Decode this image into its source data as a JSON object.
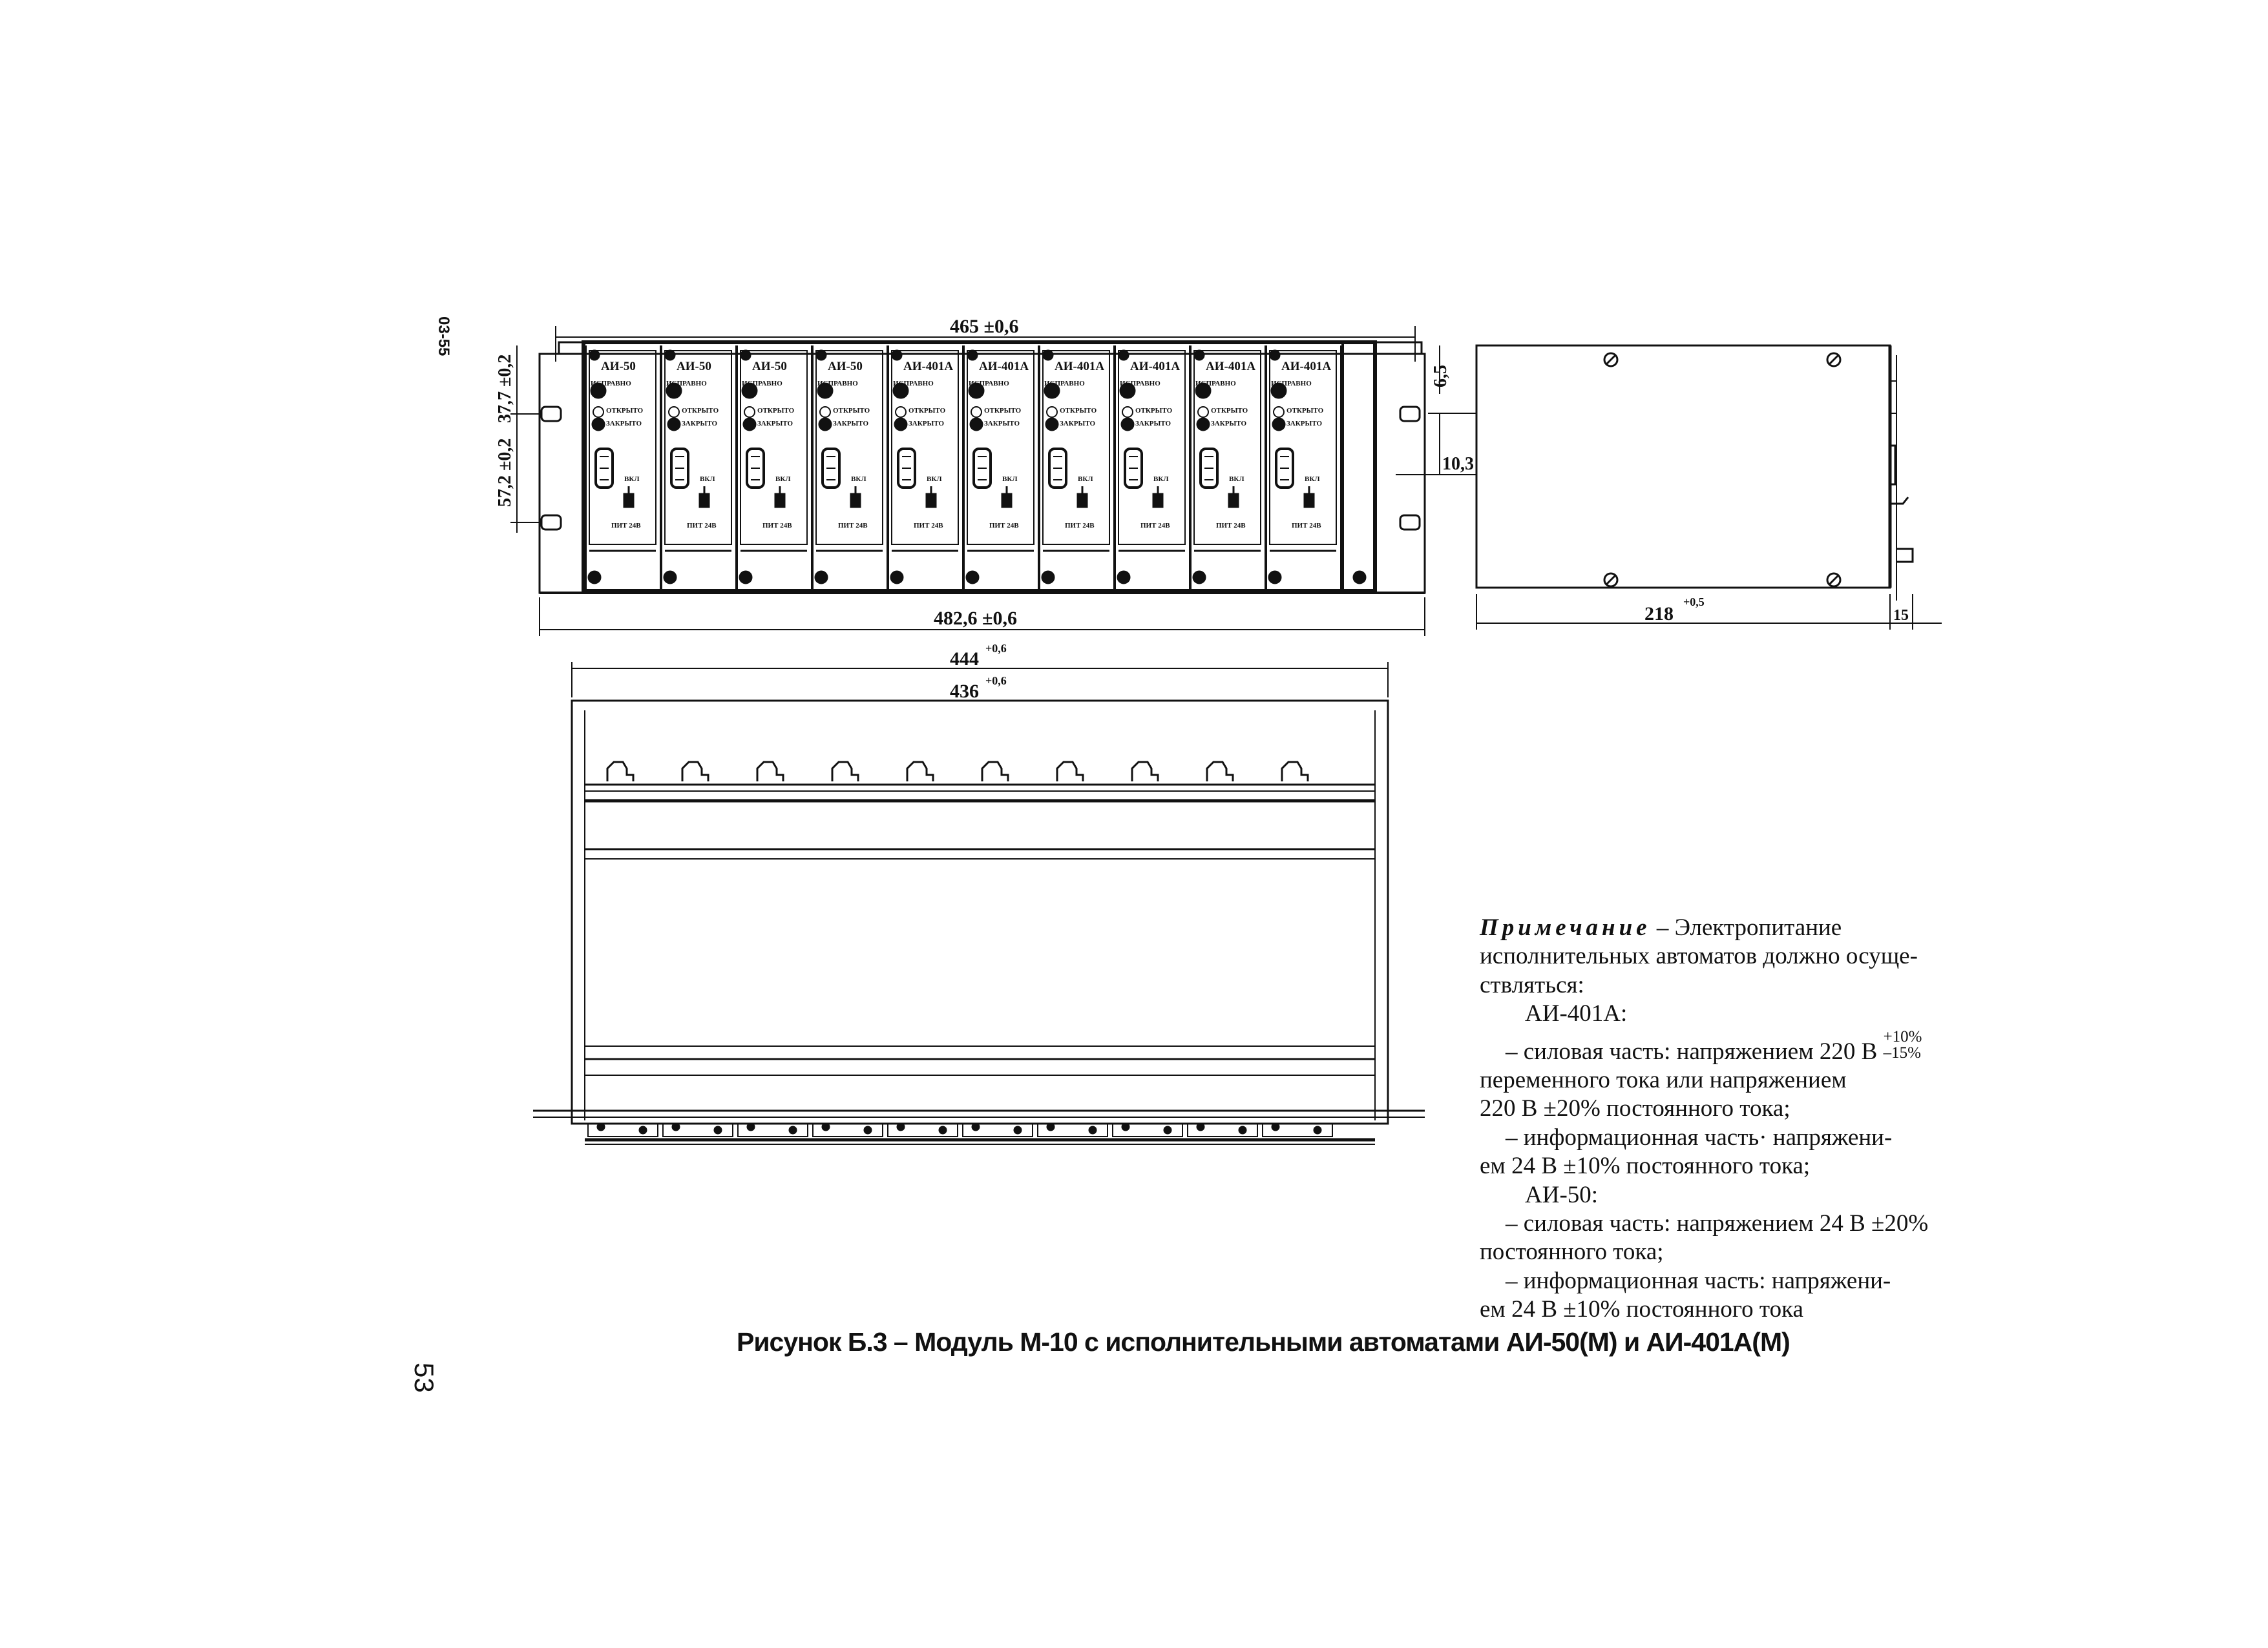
{
  "page": {
    "side_code": "03-55",
    "page_number": "53"
  },
  "front_view": {
    "modules": [
      "АИ-50",
      "АИ-50",
      "АИ-50",
      "АИ-50",
      "АИ-401А",
      "АИ-401А",
      "АИ-401А",
      "АИ-401А",
      "АИ-401А",
      "АИ-401А"
    ],
    "module_text": {
      "ok": "ИСПРАВНО",
      "open": "ОТКРЫТО",
      "closed": "ЗАКРЫТО",
      "power": "ВКЛ",
      "type": "ПИТ 24В"
    },
    "dims": {
      "inner_width": "465 ±0,6",
      "outer_width": "482,6 ±0,6",
      "h1": "57,2 ±0,2",
      "h2": "37,7 ±0,2"
    }
  },
  "side_view": {
    "dims": {
      "top": "6,5",
      "mid": "10,3",
      "depth": "218",
      "depth_tol": "+0,5",
      "rear": "15"
    }
  },
  "top_view": {
    "dims": {
      "w1": "444",
      "w1_tol": "+0,6",
      "w2": "436",
      "w2_tol": "+0,6"
    }
  },
  "note": {
    "label": "Примечание",
    "dash": " – ",
    "intro_1": "Электропитание",
    "intro_2": "исполнительных автоматов должно осуще-",
    "intro_3": "ствляться:",
    "ai401_title": "АИ-401А:",
    "ai401_power_1": "– силовая часть: напряжением 220 В",
    "ai401_power_tol_up": "+10%",
    "ai401_power_tol_down": "–15%",
    "ai401_power_2": "переменного тока или напряжением",
    "ai401_power_3": "220 В ±20% постоянного тока;",
    "ai401_info_1": "– информационная часть· напряжени-",
    "ai401_info_2": "ем 24 В ±10% постоянного тока;",
    "ai50_title": "АИ-50:",
    "ai50_power_1": "– силовая часть: напряжением 24 В ±20%",
    "ai50_power_2": "постоянного тока;",
    "ai50_info_1": "– информационная часть: напряжени-",
    "ai50_info_2": "ем 24 В ±10% постоянного тока"
  },
  "caption": "Рисунок Б.3 – Модуль М-10 с исполнительными автоматами АИ-50(М) и АИ-401А(М)"
}
